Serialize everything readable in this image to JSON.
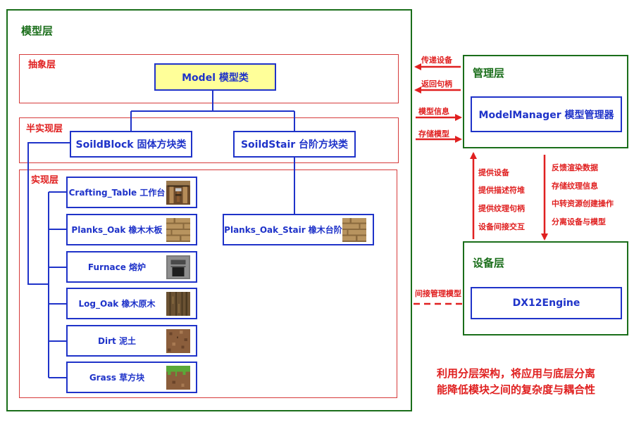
{
  "model_layer": {
    "title": "模型层"
  },
  "abstract_layer": {
    "title": "抽象层",
    "model_class": "Model 模型类"
  },
  "semi_layer": {
    "title": "半实现层",
    "solid_block": "SoildBlock 固体方块类",
    "solid_stair": "SoildStair 台阶方块类"
  },
  "impl_layer": {
    "title": "实现层",
    "blocks": [
      {
        "label": "Crafting_Table 工作台",
        "icon": "crafting-table-texture-icon"
      },
      {
        "label": "Planks_Oak 橡木木板",
        "icon": "oak-planks-texture-icon"
      },
      {
        "label": "Furnace 熔炉",
        "icon": "furnace-texture-icon"
      },
      {
        "label": "Log_Oak 橡木原木",
        "icon": "oak-log-texture-icon"
      },
      {
        "label": "Dirt 泥土",
        "icon": "dirt-texture-icon"
      },
      {
        "label": "Grass 草方块",
        "icon": "grass-texture-icon"
      }
    ],
    "stair": {
      "label": "Planks_Oak_Stair 橡木台阶",
      "icon": "oak-planks-texture-icon"
    }
  },
  "manager_layer": {
    "title": "管理层",
    "manager": "ModelManager 模型管理器"
  },
  "device_layer": {
    "title": "设备层",
    "engine": "DX12Engine"
  },
  "arrows": {
    "to_model_1": "传递设备",
    "to_model_2": "返回句柄",
    "to_manager_1": "模型信息",
    "to_manager_2": "存储模型",
    "device_up": [
      "提供设备",
      "提供描述符堆",
      "提供纹理句柄",
      "设备间接交互"
    ],
    "manager_down": [
      "反馈渲染数据",
      "存储纹理信息",
      "中转资源创建操作",
      "分离设备与模型"
    ],
    "indirect": "间接管理模型"
  },
  "note": [
    "利用分层架构，将应用与底层分离",
    "能降低模块之间的复杂度与耦合性"
  ],
  "colors": {
    "green": "#1a6e1a",
    "red": "#e02020",
    "blue": "#1f33c9",
    "highlight": "#ffff99"
  }
}
